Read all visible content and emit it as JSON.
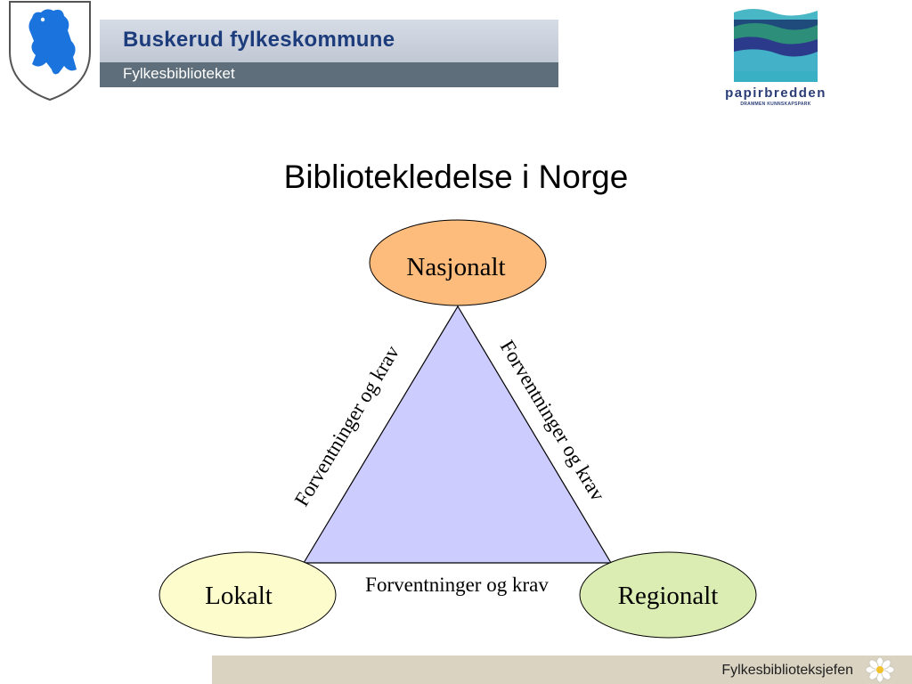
{
  "header": {
    "org_name": "Buskerud fylkeskommune",
    "department": "Fylkesbiblioteket",
    "partner_logo": {
      "name": "papirbredden",
      "tagline": "DRAMMEN KUNNSKAPSPARK"
    }
  },
  "slide": {
    "title": "Bibliotekledelse i Norge"
  },
  "diagram": {
    "nodes": {
      "top": "Nasjonalt",
      "left": "Lokalt",
      "right": "Regionalt"
    },
    "edges": {
      "left": "Forventninger og krav",
      "right": "Forventninger og krav",
      "bottom": "Forventninger og krav"
    },
    "colors": {
      "nasjonalt": "#fdbb7c",
      "lokalt": "#fdfccc",
      "regionalt": "#dcedb4",
      "triangle": "#ccccff"
    }
  },
  "footer": {
    "label": "Fylkesbiblioteksjefen"
  }
}
